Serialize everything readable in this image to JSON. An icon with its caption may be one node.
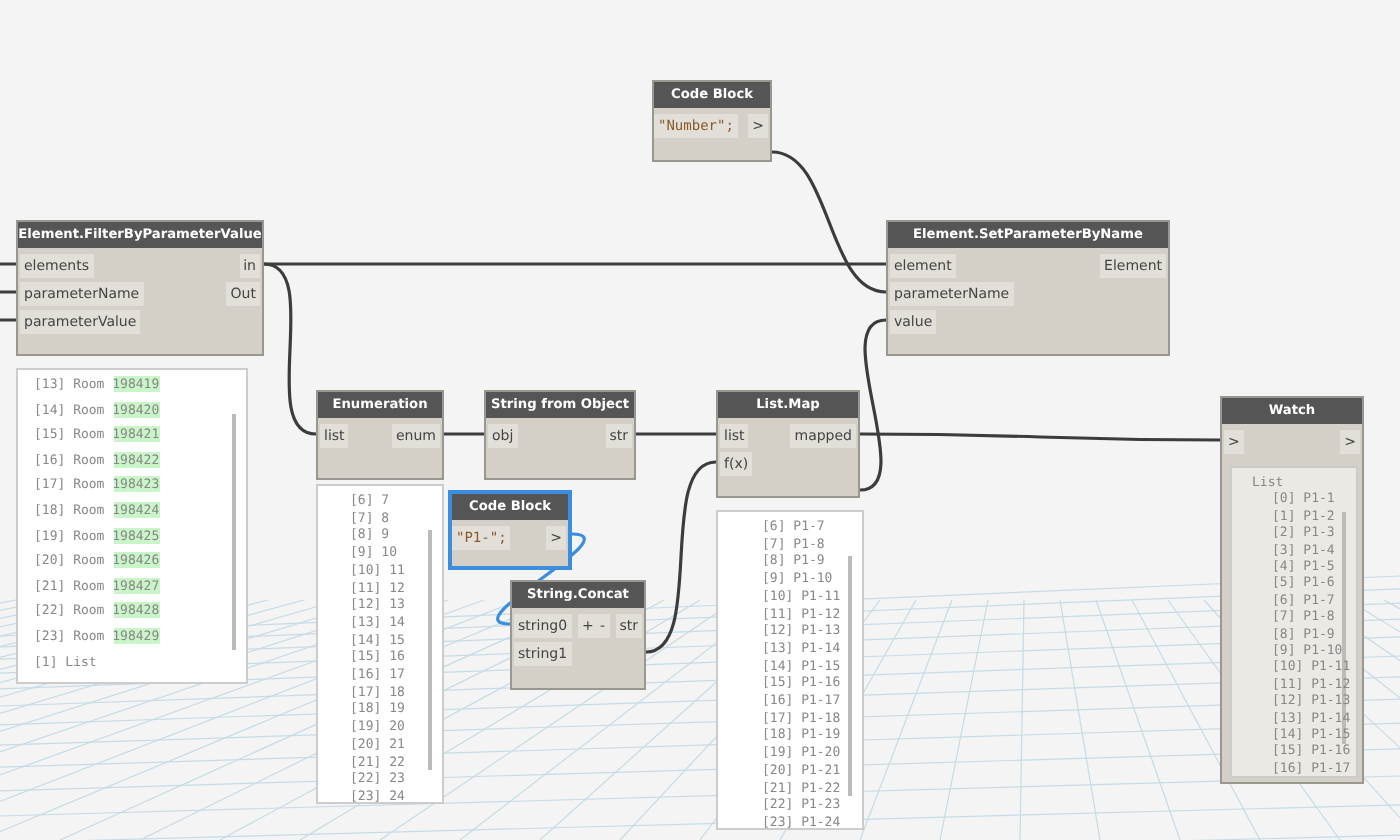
{
  "diagram": {
    "nodes": [
      {
        "text": [
          "Code Block",
          "\"Number\";",
          ">"
        ]
      },
      {
        "text": [
          "Element.FilterByParameterValue",
          "elements",
          "parameterName",
          "parameterValue",
          "in",
          "Out"
        ],
        "beside": [
          "[13] Room 198419",
          "[14] Room 198420",
          "[15] Room 198421",
          "[16] Room 198422",
          "[17] Room 198423",
          "[18] Room 198424",
          "[19] Room 198425",
          "[20] Room 198426",
          "[21] Room 198427",
          "[22] Room 198428",
          "[23] Room 198429",
          "[1] List"
        ]
      },
      {
        "text": [
          "Element.SetParameterByName",
          "element",
          "parameterName",
          "value",
          "Element"
        ]
      },
      {
        "text": [
          "Enumeration",
          "list",
          "enum"
        ],
        "beside": [
          "[6] 7",
          "[7] 8",
          "[8] 9",
          "[9] 10",
          "[10] 11",
          "[11] 12",
          "[12] 13",
          "[13] 14",
          "[14] 15",
          "[15] 16",
          "[16] 17",
          "[17] 18",
          "[18] 19",
          "[19] 20",
          "[20] 21",
          "[21] 22",
          "[22] 23",
          "[23] 24"
        ]
      },
      {
        "text": [
          "String from Object",
          "obj",
          "str"
        ]
      },
      {
        "text": [
          "List.Map",
          "list",
          "f(x)",
          "mapped"
        ],
        "beside": [
          "[6] P1-7",
          "[7] P1-8",
          "[8] P1-9",
          "[9] P1-10",
          "[10] P1-11",
          "[11] P1-12",
          "[12] P1-13",
          "[13] P1-14",
          "[14] P1-15",
          "[15] P1-16",
          "[16] P1-17",
          "[17] P1-18",
          "[18] P1-19",
          "[19] P1-20",
          "[20] P1-21",
          "[21] P1-22",
          "[22] P1-23",
          "[23] P1-24"
        ]
      },
      {
        "text": [
          "Code Block",
          "\"P1-\";",
          ">"
        ]
      },
      {
        "text": [
          "String.Concat",
          "string0",
          "+",
          "-",
          "str",
          "string1"
        ]
      },
      {
        "text": [
          "Watch",
          ">",
          ">",
          "List",
          "[0] P1-1",
          "[1] P1-2",
          "[2] P1-3",
          "[3] P1-4",
          "[4] P1-5",
          "[5] P1-6",
          "[6] P1-7",
          "[7] P1-8",
          "[8] P1-9",
          "[9] P1-10",
          "[10] P1-11",
          "[11] P1-12",
          "[12] P1-13",
          "[13] P1-14",
          "[14] P1-15",
          "[15] P1-16",
          "[16] P1-17"
        ]
      }
    ],
    "edges": [
      {
        "from": null,
        "to": 1,
        "arrow": "none"
      },
      {
        "from": null,
        "to": 1,
        "arrow": "none"
      },
      {
        "from": null,
        "to": 1,
        "arrow": "none"
      },
      {
        "from": 1,
        "to": 2,
        "arrow": "none"
      },
      {
        "from": 1,
        "to": 3,
        "arrow": "none"
      },
      {
        "from": 0,
        "to": 2,
        "arrow": "none"
      },
      {
        "from": 3,
        "to": 4,
        "arrow": "none"
      },
      {
        "from": 4,
        "to": 5,
        "arrow": "none"
      },
      {
        "from": 5,
        "to": 2,
        "arrow": "none"
      },
      {
        "from": 5,
        "to": 8,
        "arrow": "none"
      },
      {
        "from": 6,
        "to": 7,
        "arrow": "none",
        "color": "#3b8ede"
      },
      {
        "from": 7,
        "to": 5,
        "arrow": "none"
      }
    ]
  }
}
